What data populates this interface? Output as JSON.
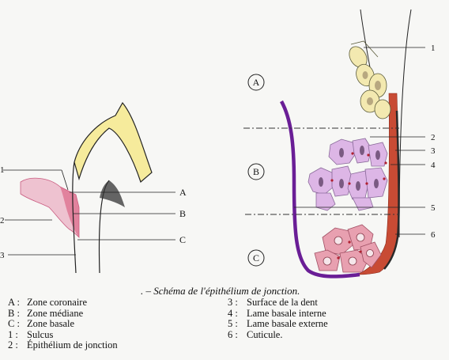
{
  "colors": {
    "enamel": "#f6eb9c",
    "gingiva": "#e898b0",
    "junctional_cells": "#ddb6e6",
    "basal_cells": "#e8a0b0",
    "tooth_surface": "#c84b34",
    "basal_lamina_external": "#6a1e96",
    "line": "#222222"
  },
  "left_figure": {
    "zone_labels": [
      "A",
      "B",
      "C"
    ],
    "number_labels": [
      "1",
      "2",
      "3"
    ]
  },
  "right_figure": {
    "zone_labels": [
      "A",
      "B",
      "C"
    ],
    "number_labels": [
      "1",
      "2",
      "3",
      "4",
      "5",
      "6"
    ]
  },
  "caption": ". – Schéma de l'épithélium de jonction.",
  "legend": {
    "left": [
      {
        "key": "A :",
        "text": "Zone coronaire"
      },
      {
        "key": "B :",
        "text": "Zone médiane"
      },
      {
        "key": "C :",
        "text": "Zone basale"
      },
      {
        "key": "1 :",
        "text": "Sulcus"
      },
      {
        "key": "2 :",
        "text": "Épithélium de jonction"
      }
    ],
    "right": [
      {
        "key": "3 :",
        "text": "Surface de la dent"
      },
      {
        "key": "4 :",
        "text": "Lame basale interne"
      },
      {
        "key": "5 :",
        "text": "Lame basale externe"
      },
      {
        "key": "6 :",
        "text": "Cuticule."
      }
    ]
  }
}
